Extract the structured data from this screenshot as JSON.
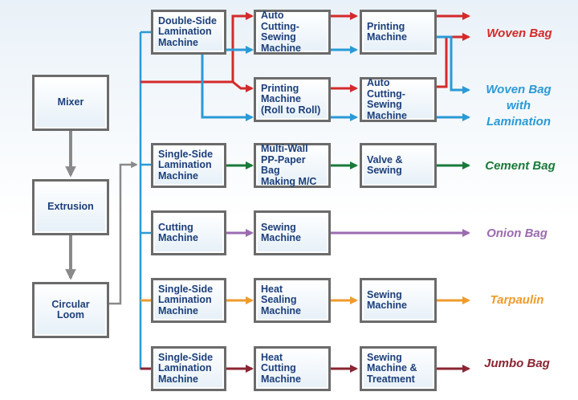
{
  "colors": {
    "gray": "#8a8a8a",
    "red": "#d42a2a",
    "blue": "#2a9ad6",
    "green": "#1a7a3a",
    "purple": "#9b6bb0",
    "orange": "#ef9b2e",
    "maroon": "#8a2532"
  },
  "nodes": {
    "mixer": "Mixer",
    "extrusion": "Extrusion",
    "circular_loom": "Circular\nLoom",
    "double_side_lamination": "Double-Side\nLamination\nMachine",
    "auto_cutting_sewing_top": "Auto Cutting-\nSewing\nMachine",
    "printing_machine_top": "Printing\nMachine",
    "printing_roll_to_roll": "Printing\nMachine\n(Roll to Roll)",
    "auto_cutting_sewing_mid": "Auto Cutting-\nSewing\nMachine",
    "single_side_lamination_cement": "Single-Side\nLamination\nMachine",
    "multiwall_pp_paper": "Multi-Wall\nPP-Paper Bag\nMaking M/C",
    "valve_sewing": "Valve &\nSewing",
    "cutting_machine": "Cutting\nMachine",
    "sewing_machine_onion": "Sewing\nMachine",
    "single_side_lamination_tarpaulin": "Single-Side\nLamination\nMachine",
    "heat_sealing": "Heat\nSealing\nMachine",
    "sewing_machine_tarpaulin": "Sewing\nMachine",
    "single_side_lamination_jumbo": "Single-Side\nLamination\nMachine",
    "heat_cutting": "Heat\nCutting\nMachine",
    "sewing_treatment": "Sewing\nMachine &\nTreatment"
  },
  "products": {
    "woven_bag": "Woven Bag",
    "woven_bag_lamination": "Woven Bag\nwith\nLamination",
    "cement_bag": "Cement Bag",
    "onion_bag": "Onion Bag",
    "tarpaulin": "Tarpaulin",
    "jumbo_bag": "Jumbo Bag"
  }
}
